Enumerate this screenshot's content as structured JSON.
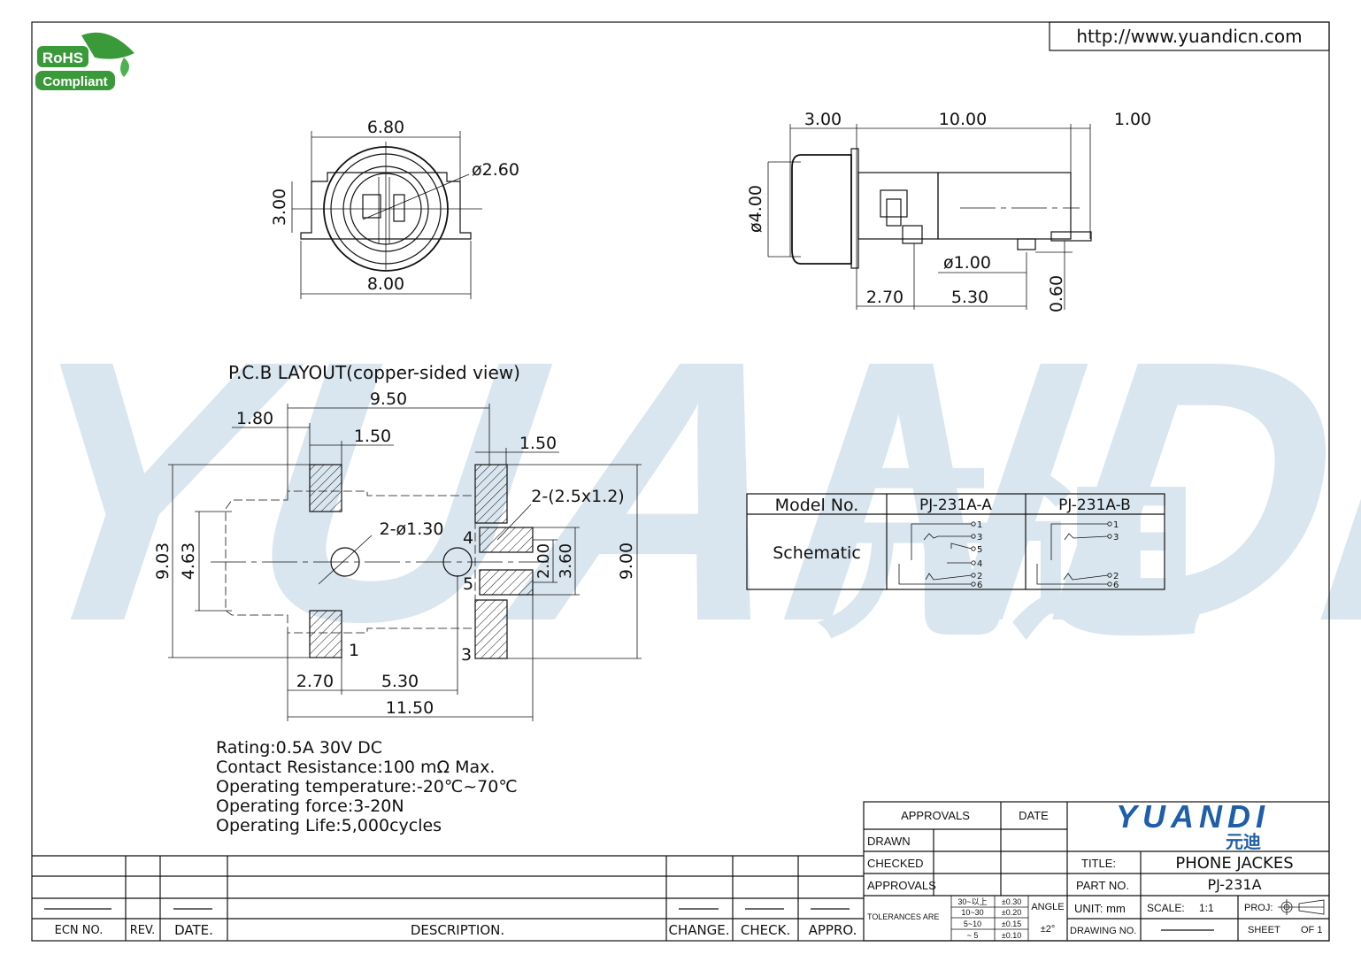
{
  "url_box": "http://www.yuandicn.com",
  "rohs": {
    "line1": "RoHS",
    "line2": "Compliant"
  },
  "watermark": {
    "latin": "YUANDI",
    "chinese": "元迪"
  },
  "front_view": {
    "width_top": "6.80",
    "width_bottom": "8.00",
    "height": "3.00",
    "hole_dia": "ø2.60"
  },
  "side_view": {
    "d1": "3.00",
    "d2": "10.00",
    "d3": "1.00",
    "dia": "ø4.00",
    "pin_dia": "ø1.00",
    "d4": "2.70",
    "d5": "5.30",
    "d6": "0.60"
  },
  "pcb": {
    "title": "P.C.B   LAYOUT(copper-sided view)",
    "d_950": "9.50",
    "d_180": "1.80",
    "d_150a": "1.50",
    "d_150b": "1.50",
    "pad_note": "2-(2.5x1.2)",
    "hole_note": "2-ø1.30",
    "d_903": "9.03",
    "d_463": "4.63",
    "d_200": "2.00",
    "d_360": "3.60",
    "d_900": "9.00",
    "d_270": "2.70",
    "d_530": "5.30",
    "d_1150": "11.50",
    "pins": [
      "1",
      "3",
      "4",
      "5"
    ]
  },
  "specs": [
    "Rating:0.5A  30V  DC",
    "Contact  Resistance:100  mΩ  Max.",
    "Operating  temperature:-20℃~70℃",
    "Operating  force:3-20N",
    "Operating  Life:5,000cycles"
  ],
  "schematic_table": {
    "header_label": "Model  No.",
    "row_label": "Schematic",
    "models": [
      "PJ-231A-A",
      "PJ-231A-B"
    ],
    "a_pins": [
      "1",
      "3",
      "5",
      "4",
      "2",
      "6"
    ],
    "b_pins": [
      "1",
      "3",
      "2",
      "6"
    ]
  },
  "rev_block": {
    "headers": [
      "ECN  NO.",
      "REV.",
      "DATE.",
      "DESCRIPTION.",
      "CHANGE.",
      "CHECK.",
      "APPRO."
    ]
  },
  "title_block": {
    "approvals": "APPROVALS",
    "date": "DATE",
    "drawn": "DRAWN",
    "checked": "CHECKED",
    "approvals2": "APPROVALS",
    "tolerances": "TOLERANCES  ARE",
    "tol_ranges": [
      "30~以上",
      "10~30",
      "5~10",
      "~ 5"
    ],
    "tol_values": [
      "±0.30",
      "±0.20",
      "±0.15",
      "±0.10"
    ],
    "angle": "ANGLE",
    "angle_val": "±2°",
    "logo": "YUANDI",
    "logo_cn": "元迪",
    "title_label": "TITLE:",
    "title_value": "PHONE  JACKES",
    "part_label": "PART  NO.",
    "part_value": "PJ-231A",
    "unit": "UNIT:  mm",
    "scale_label": "SCALE:",
    "scale_value": "1:1",
    "proj": "PROJ:",
    "drawing_no": "DRAWING  NO.",
    "sheet": "SHEET",
    "of": "OF  1"
  },
  "colors": {
    "watermark": "#d5e4ee",
    "rohs_green": "#3a9a3a",
    "logo_blue": "#1f5fa8"
  }
}
